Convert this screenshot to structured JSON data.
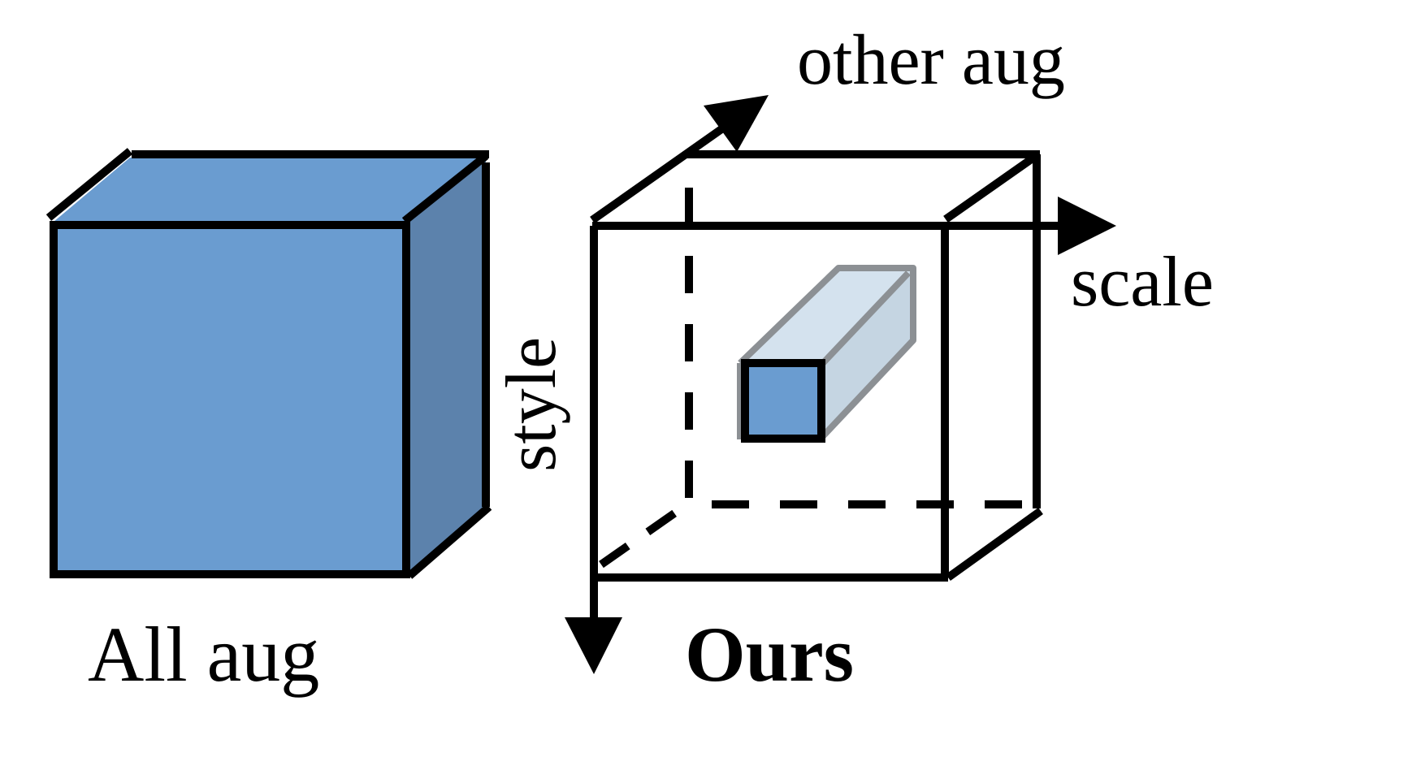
{
  "labels": {
    "other_aug": "other aug",
    "scale": "scale",
    "style": "style",
    "all_aug": "All aug",
    "ours": "Ours"
  },
  "colors": {
    "cube_front": "#6a9cd0",
    "cube_top": "#6a9cd0",
    "cube_side": "#5c82ac",
    "small_box_front": "#6a9cd0",
    "small_box_side": "#c5d5e2",
    "small_box_top": "#d4e2ee",
    "small_box_edge": "#8c9094",
    "stroke": "#000000",
    "background": "#ffffff"
  }
}
